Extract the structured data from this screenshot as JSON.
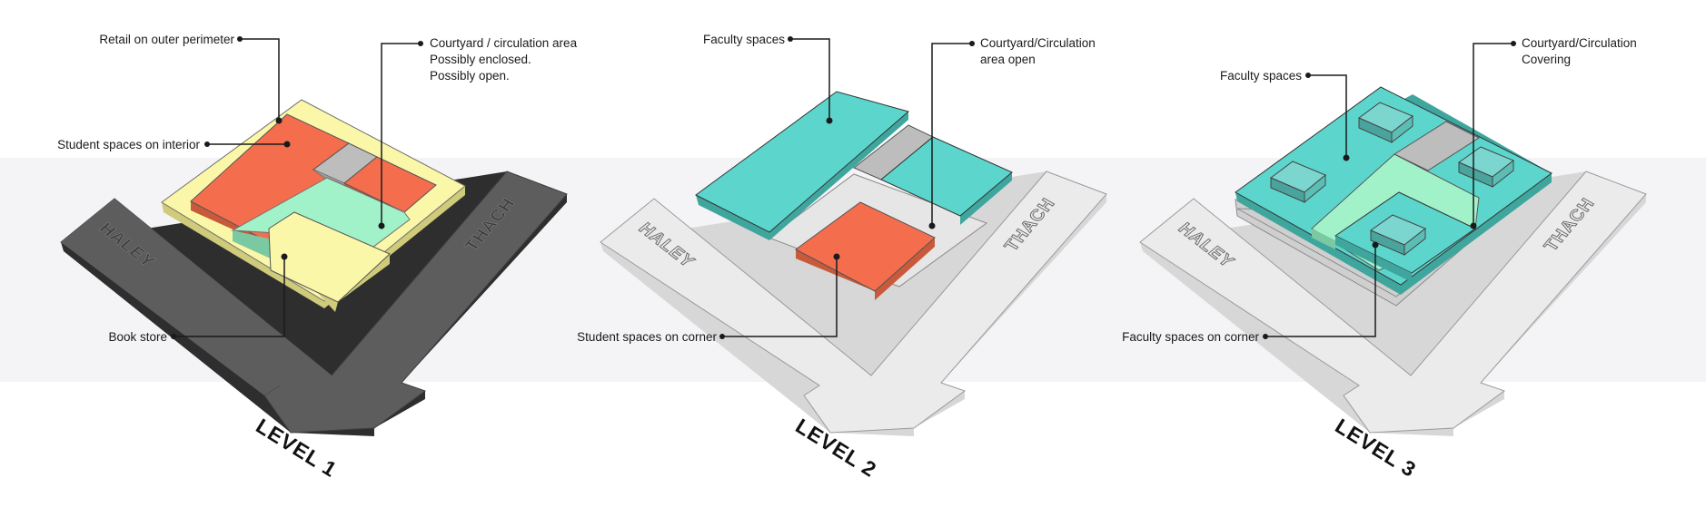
{
  "colors": {
    "band": "#f4f4f6",
    "dark_footprint": "#5d5d5d",
    "light_footprint": "#ebebeb",
    "retail_yellow": "#fbf7a8",
    "student_orange": "#f46e4e",
    "courtyard_green": "#a2f2c9",
    "faculty_teal": "#5cd6cd",
    "circulation_grey": "#bdbdbd"
  },
  "panels": [
    {
      "level": "LEVEL 1",
      "buildings": [
        "HALEY",
        "THACH"
      ],
      "annotations": [
        {
          "text": [
            "Retail on outer perimeter"
          ]
        },
        {
          "text": [
            "Student spaces on interior"
          ]
        },
        {
          "text": [
            "Courtyard / circulation area",
            "Possibly enclosed.",
            "Possibly open."
          ]
        },
        {
          "text": [
            "Book store"
          ]
        }
      ]
    },
    {
      "level": "LEVEL 2",
      "buildings": [
        "HALEY",
        "THACH"
      ],
      "annotations": [
        {
          "text": [
            "Faculty spaces"
          ]
        },
        {
          "text": [
            "Courtyard/Circulation",
            "area open"
          ]
        },
        {
          "text": [
            "Student spaces on corner"
          ]
        }
      ]
    },
    {
      "level": "LEVEL 3",
      "buildings": [
        "HALEY",
        "THACH"
      ],
      "annotations": [
        {
          "text": [
            "Faculty spaces"
          ]
        },
        {
          "text": [
            "Courtyard/Circulation",
            "Covering"
          ]
        },
        {
          "text": [
            "Faculty spaces on corner"
          ]
        }
      ]
    }
  ]
}
